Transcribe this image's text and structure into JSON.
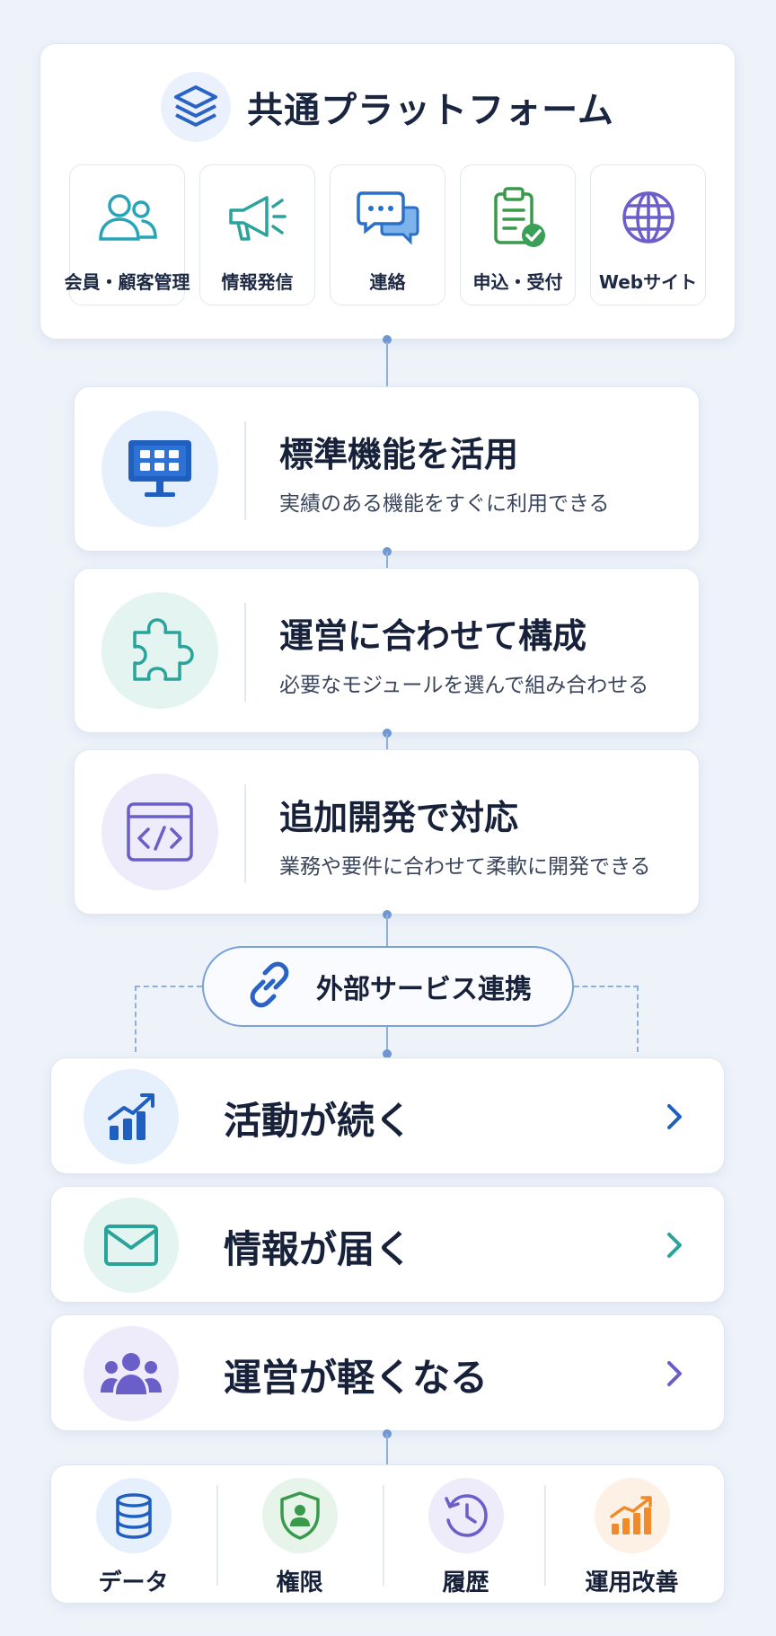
{
  "platform": {
    "title": "共通プラットフォーム",
    "logo_icon": "layers-icon",
    "items": [
      {
        "label": "会員・顧客管理",
        "icon": "users-icon"
      },
      {
        "label": "情報発信",
        "icon": "megaphone-icon"
      },
      {
        "label": "連絡",
        "icon": "chat-icon"
      },
      {
        "label": "申込・受付",
        "icon": "clipboard-check-icon"
      },
      {
        "label": "Webサイト",
        "icon": "globe-icon"
      }
    ]
  },
  "features": [
    {
      "title": "標準機能を活用",
      "desc": "実績のある機能をすぐに利用できる",
      "icon": "monitor-grid-icon"
    },
    {
      "title": "運営に合わせて構成",
      "desc": "必要なモジュールを選んで組み合わせる",
      "icon": "puzzle-icon"
    },
    {
      "title": "追加開発で対応",
      "desc": "業務や要件に合わせて柔軟に開発できる",
      "icon": "code-window-icon"
    }
  ],
  "external": {
    "label": "外部サービス連携",
    "icon": "link-icon"
  },
  "outcomes": [
    {
      "label": "活動が続く",
      "icon": "growth-chart-icon"
    },
    {
      "label": "情報が届く",
      "icon": "mail-icon"
    },
    {
      "label": "運営が軽くなる",
      "icon": "team-icon"
    }
  ],
  "bottom": [
    {
      "label": "データ",
      "icon": "database-icon"
    },
    {
      "label": "権限",
      "icon": "shield-user-icon"
    },
    {
      "label": "履歴",
      "icon": "history-icon"
    },
    {
      "label": "運用改善",
      "icon": "improvement-chart-icon"
    }
  ],
  "colors": {
    "primary": "#1f5fbf",
    "teal": "#2aa39a",
    "purple": "#6a5ec8",
    "green": "#3a9a4c",
    "orange": "#f08a2a",
    "connector": "#8fb0db"
  }
}
